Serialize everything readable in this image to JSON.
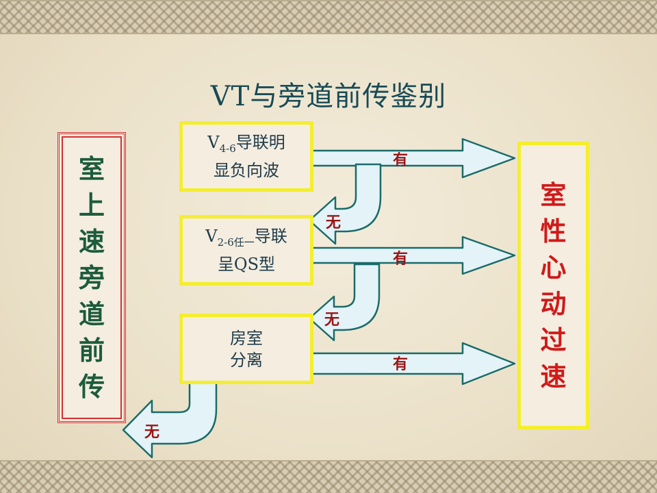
{
  "title": "VT与旁道前传鉴别",
  "left_box": {
    "chars": [
      "室",
      "上",
      "速",
      "旁",
      "道",
      "前",
      "传"
    ]
  },
  "right_box": {
    "chars": [
      "室",
      "性",
      "心",
      "动",
      "过",
      "速"
    ]
  },
  "criteria": [
    {
      "line1_prefix": "V",
      "line1_sub": "4-6",
      "line1_suffix": "导联明",
      "line2": "显负向波"
    },
    {
      "line1_prefix": "V",
      "line1_sub": "2-6任一",
      "line1_suffix": "导联",
      "line2": "呈QS型"
    },
    {
      "line1_prefix": "",
      "line1_sub": "",
      "line1_suffix": "房室",
      "line2": "分离"
    }
  ],
  "labels": {
    "yes": "有",
    "no": "无"
  },
  "colors": {
    "title": "#184a56",
    "left_text": "#1c5b3c",
    "right_text": "#d01a1a",
    "arrow_fill": "#e3f3f8",
    "arrow_stroke": "#1a6b6a",
    "label": "#9a1616",
    "box_yellow": "#f4ee2c",
    "box_red": "#d33030"
  }
}
